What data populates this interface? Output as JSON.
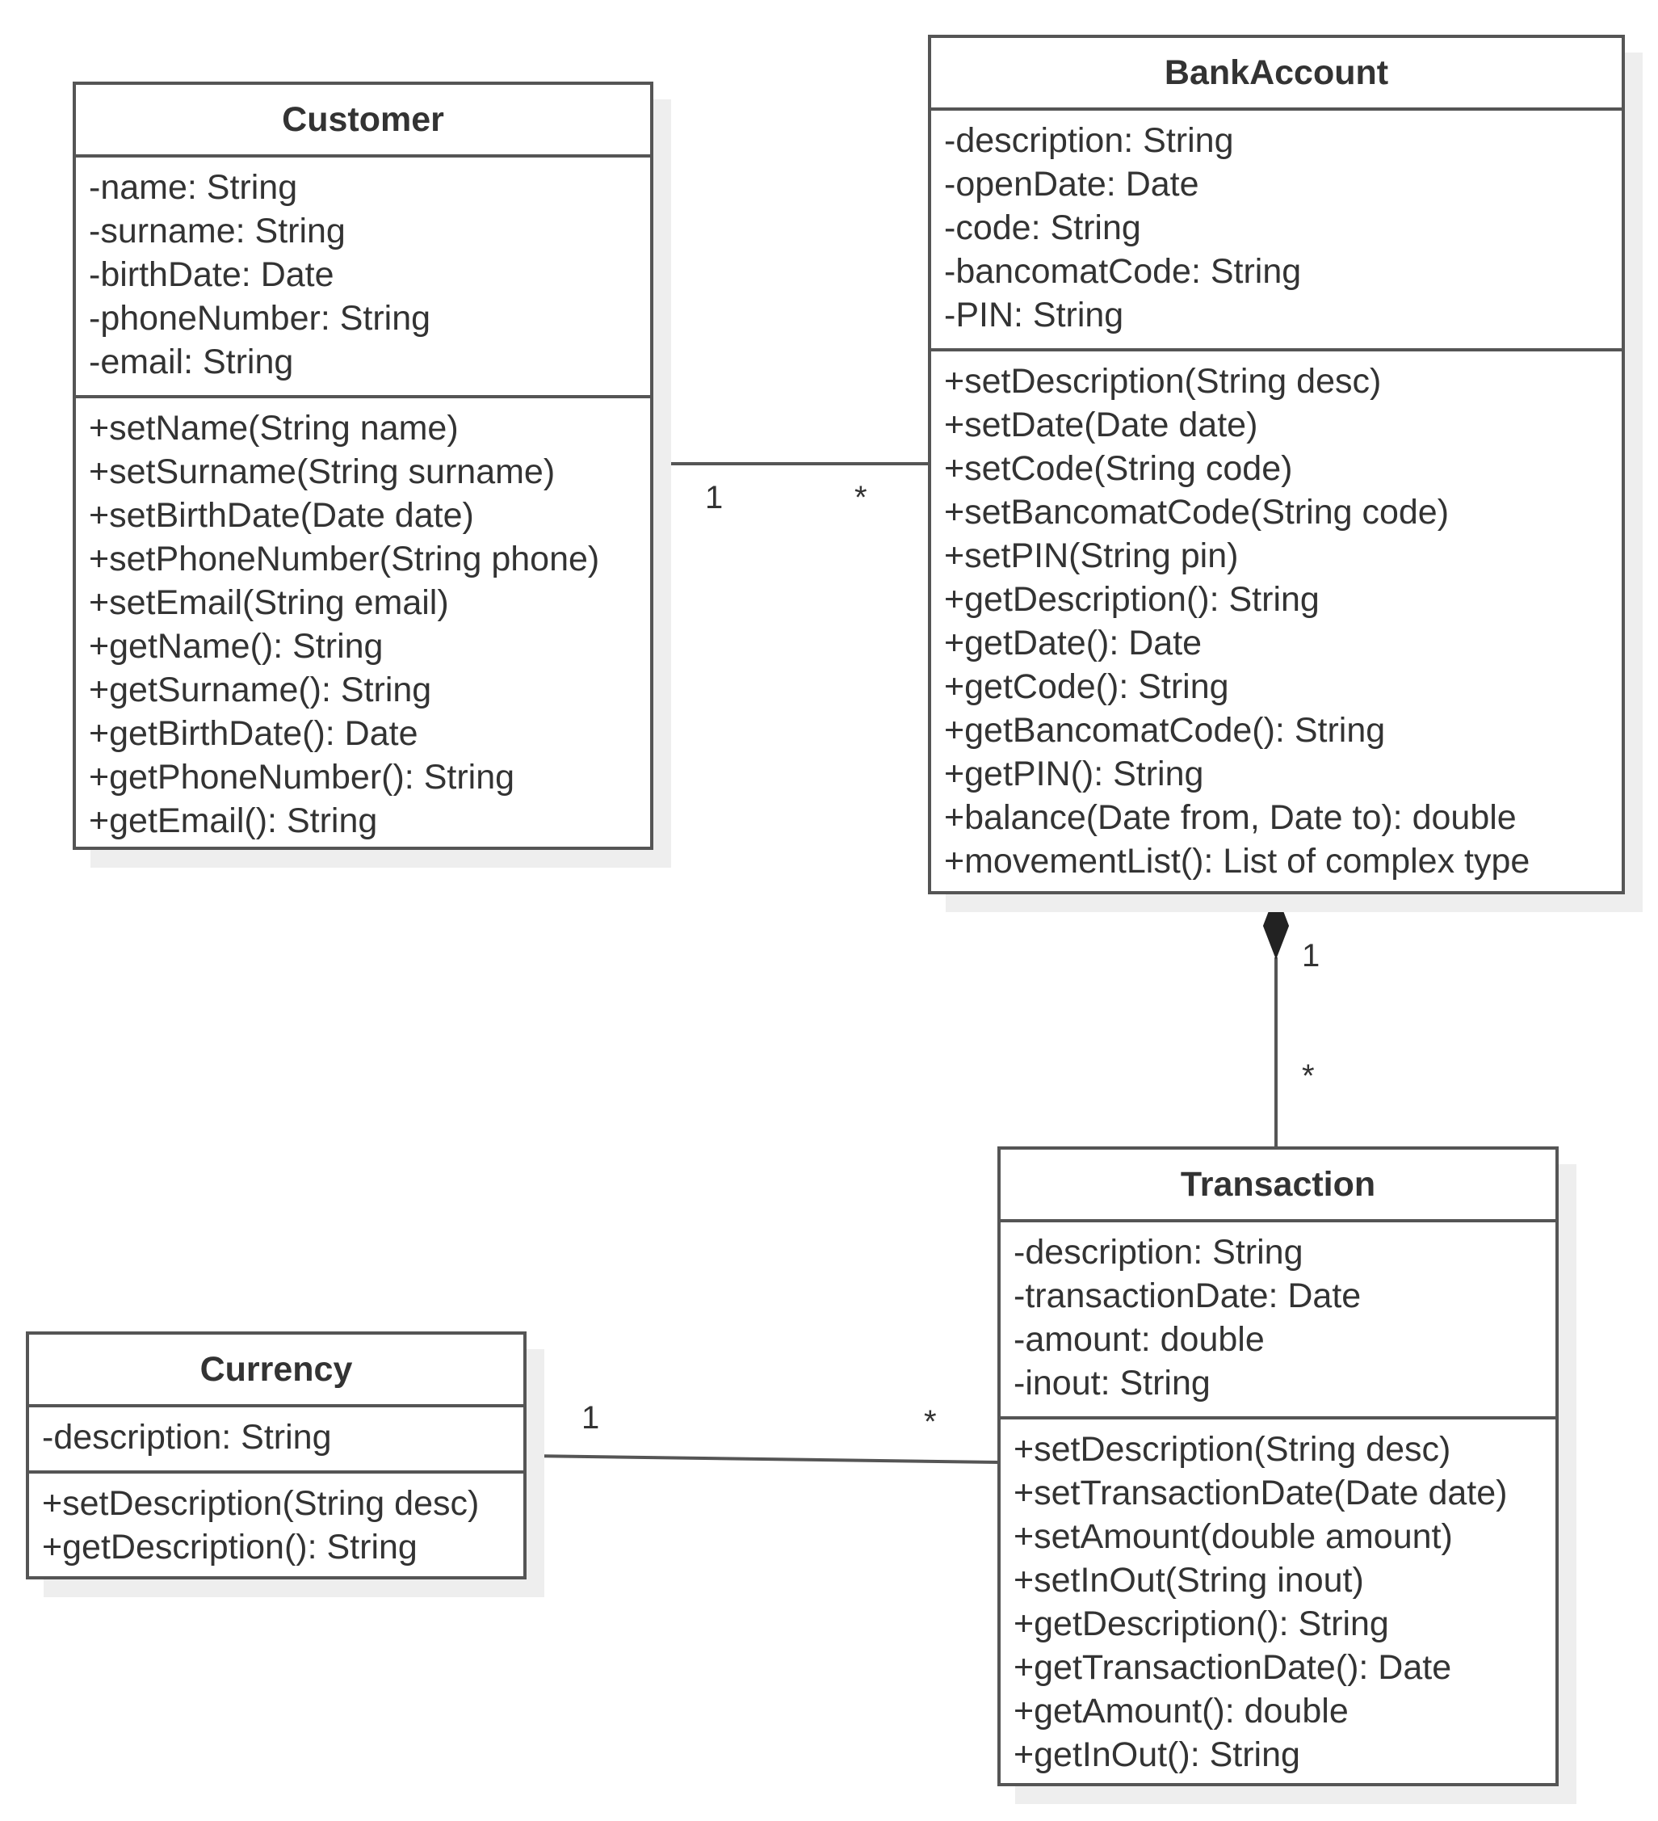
{
  "diagram": {
    "classes": {
      "customer": {
        "name": "Customer",
        "attributes": [
          "-name: String",
          "-surname: String",
          "-birthDate: Date",
          "-phoneNumber: String",
          "-email: String"
        ],
        "operations": [
          "+setName(String name)",
          "+setSurname(String surname)",
          "+setBirthDate(Date date)",
          "+setPhoneNumber(String phone)",
          "+setEmail(String email)",
          "+getName(): String",
          "+getSurname(): String",
          "+getBirthDate(): Date",
          "+getPhoneNumber(): String",
          "+getEmail(): String"
        ]
      },
      "bankaccount": {
        "name": "BankAccount",
        "attributes": [
          "-description: String",
          "-openDate: Date",
          "-code: String",
          "-bancomatCode: String",
          "-PIN: String"
        ],
        "operations": [
          "+setDescription(String desc)",
          "+setDate(Date date)",
          "+setCode(String code)",
          "+setBancomatCode(String code)",
          "+setPIN(String pin)",
          "+getDescription(): String",
          "+getDate(): Date",
          "+getCode(): String",
          "+getBancomatCode(): String",
          "+getPIN(): String",
          "+balance(Date from, Date to): double",
          "+movementList(): List of complex type"
        ]
      },
      "transaction": {
        "name": "Transaction",
        "attributes": [
          "-description: String",
          "-transactionDate: Date",
          "-amount: double",
          "-inout: String"
        ],
        "operations": [
          "+setDescription(String desc)",
          "+setTransactionDate(Date date)",
          "+setAmount(double amount)",
          "+setInOut(String inout)",
          "+getDescription(): String",
          "+getTransactionDate(): Date",
          "+getAmount(): double",
          "+getInOut(): String"
        ]
      },
      "currency": {
        "name": "Currency",
        "attributes": [
          "-description: String"
        ],
        "operations": [
          "+setDescription(String desc)",
          "+getDescription(): String"
        ]
      }
    },
    "associations": [
      {
        "from": "Customer",
        "to": "BankAccount",
        "kind": "association",
        "from_multiplicity": "1",
        "to_multiplicity": "*"
      },
      {
        "from": "BankAccount",
        "to": "Transaction",
        "kind": "composition",
        "from_multiplicity": "1",
        "to_multiplicity": "*"
      },
      {
        "from": "Currency",
        "to": "Transaction",
        "kind": "association",
        "from_multiplicity": "1",
        "to_multiplicity": "*"
      }
    ]
  }
}
